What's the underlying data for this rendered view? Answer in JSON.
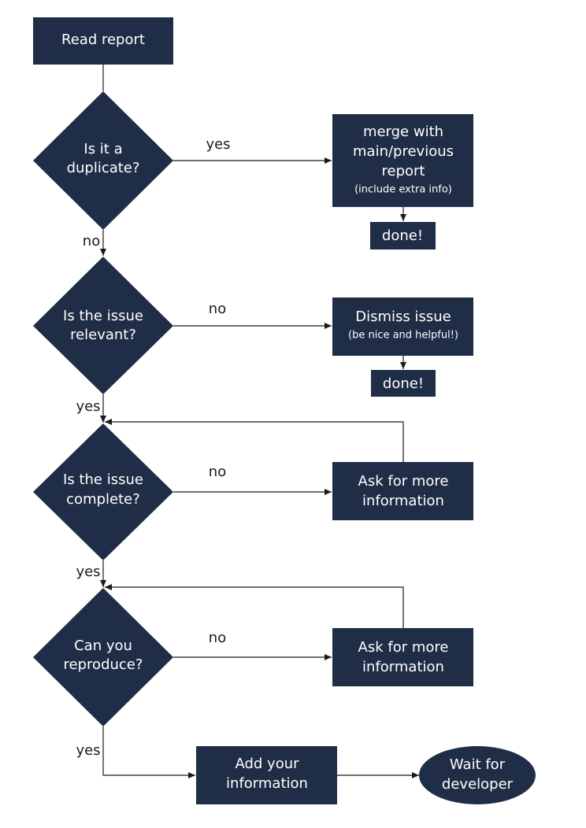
{
  "colors": {
    "node_fill": "#1f2d46",
    "node_text": "#ffffff",
    "edge": "#1b1b1b",
    "background": "#ffffff"
  },
  "nodes": {
    "read_report": "Read report",
    "duplicate_q": {
      "line1": "Is it a",
      "line2": "duplicate?"
    },
    "merge": {
      "line1": "merge with",
      "line2": "main/previous",
      "line3": "report",
      "sub": "(include extra info)"
    },
    "done1": "done!",
    "relevant_q": {
      "line1": "Is the issue",
      "line2": "relevant?"
    },
    "dismiss": {
      "line1": "Dismiss issue",
      "sub": "(be nice and helpful!)"
    },
    "done2": "done!",
    "complete_q": {
      "line1": "Is the issue",
      "line2": "complete?"
    },
    "ask_info_1": {
      "line1": "Ask for more",
      "line2": "information"
    },
    "reproduce_q": {
      "line1": "Can you",
      "line2": "reproduce?"
    },
    "ask_info_2": {
      "line1": "Ask for more",
      "line2": "information"
    },
    "add_info": {
      "line1": "Add your",
      "line2": "information"
    },
    "wait_dev": {
      "line1": "Wait for",
      "line2": "developer"
    }
  },
  "edge_labels": {
    "duplicate_yes": "yes",
    "duplicate_no": "no",
    "relevant_no": "no",
    "relevant_yes": "yes",
    "complete_no": "no",
    "complete_yes": "yes",
    "reproduce_no": "no",
    "reproduce_yes": "yes"
  }
}
